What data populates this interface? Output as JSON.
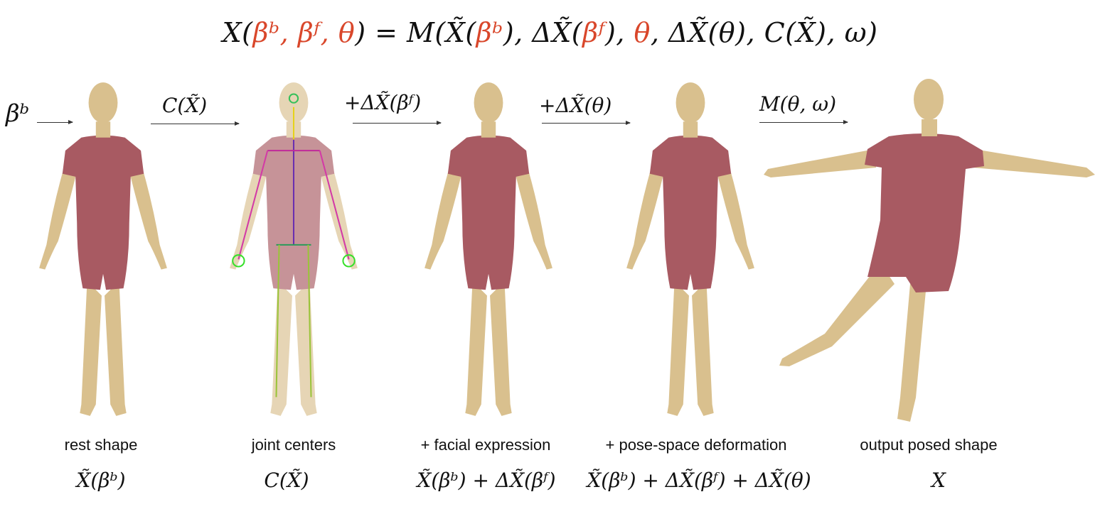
{
  "equation": {
    "lhs": "X(",
    "beta_b": "βᵇ",
    "sep1": ", ",
    "beta_f": "βᶠ",
    "sep2": ", ",
    "theta": "θ",
    "mid": ") = M(X̃(",
    "beta_b2": "βᵇ",
    "mid2": "), ΔX̃(",
    "beta_f2": "βᶠ",
    "mid3": "), ",
    "theta2": "θ",
    "rhs": ", ΔX̃(θ), C(X̃), ω)"
  },
  "colors": {
    "parameter": "#d9472b",
    "skin": "#d9c08e",
    "garment": "#a85a62",
    "arrow": "#333333"
  },
  "steps": [
    {
      "arrow_label": "βᵇ",
      "caption": "rest shape",
      "formula": "X̃(βᵇ)"
    },
    {
      "arrow_label": "C(X̃)",
      "caption": "joint centers",
      "formula": "C(X̃)"
    },
    {
      "arrow_label": "+ΔX̃(βᶠ)",
      "caption": "+ facial expression",
      "formula": "X̃(βᵇ) + ΔX̃(βᶠ)"
    },
    {
      "arrow_label": "+ΔX̃(θ)",
      "caption": "+ pose-space deformation",
      "formula": "X̃(βᵇ) + ΔX̃(βᶠ) + ΔX̃(θ)"
    },
    {
      "arrow_label": "M(θ, ω)",
      "caption": "output posed shape",
      "formula": "X"
    }
  ]
}
